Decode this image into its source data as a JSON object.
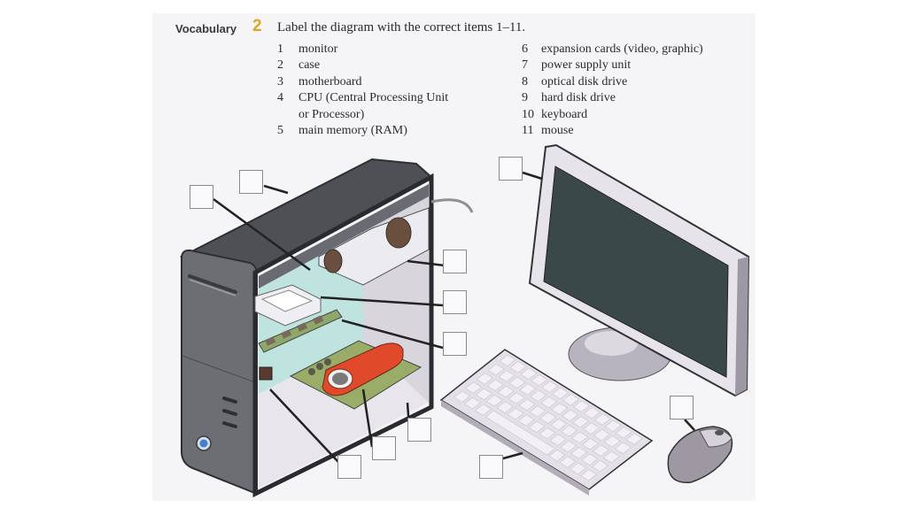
{
  "header": {
    "section": "Vocabulary",
    "exercise_number": "2",
    "instruction": "Label the diagram with the correct items 1–11."
  },
  "items_left": [
    {
      "num": "1",
      "label": "monitor"
    },
    {
      "num": "2",
      "label": "case"
    },
    {
      "num": "3",
      "label": "motherboard"
    },
    {
      "num": "4",
      "label": "CPU (Central Processing Unit"
    },
    {
      "num": "",
      "label": "or Processor)"
    },
    {
      "num": "5",
      "label": "main memory (RAM)"
    }
  ],
  "items_right": [
    {
      "num": "6",
      "label": "expansion cards (video, graphic)"
    },
    {
      "num": "7",
      "label": "power supply unit"
    },
    {
      "num": "8",
      "label": "optical disk drive"
    },
    {
      "num": "9",
      "label": "hard disk drive"
    },
    {
      "num": "10",
      "label": "keyboard"
    },
    {
      "num": "11",
      "label": "mouse"
    }
  ],
  "answer_boxes": [
    "",
    "",
    "",
    "",
    "",
    "",
    "",
    "",
    "",
    "",
    "",
    ""
  ],
  "colors": {
    "accent": "#e3a526",
    "case": "#6b6c72",
    "interior": "#b9dfdc",
    "screen": "#3b4848",
    "card": "#e04a2a"
  }
}
